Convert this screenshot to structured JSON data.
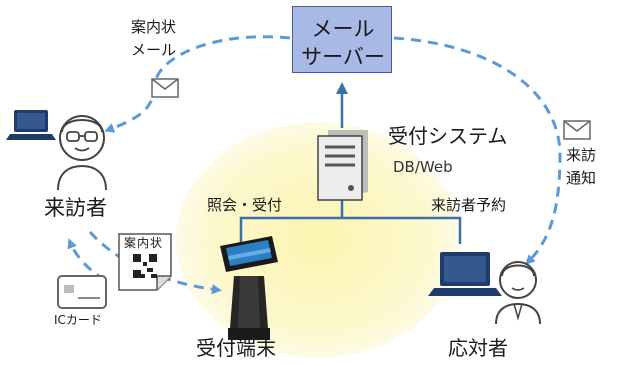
{
  "server": {
    "line1": "メール",
    "line2": "サーバー"
  },
  "guide_mail": {
    "line1": "案内状",
    "line2": "メール"
  },
  "system": {
    "title": "受付システム",
    "sub": "DB/Web"
  },
  "visitor": {
    "label": "来訪者"
  },
  "notify": {
    "line1": "来訪",
    "line2": "通知"
  },
  "inquiry": {
    "label": "照会・受付"
  },
  "reservation": {
    "label": "来訪者予約"
  },
  "card": {
    "label": "ICカード"
  },
  "letter": {
    "label": "案内状"
  },
  "terminal": {
    "label": "受付端末"
  },
  "responder": {
    "label": "応対者"
  },
  "colors": {
    "arrow": "#5b9bd5",
    "server_fill": "#a9b9e6",
    "highlight": "#fbf7c4",
    "line": "#3f6fa8"
  }
}
